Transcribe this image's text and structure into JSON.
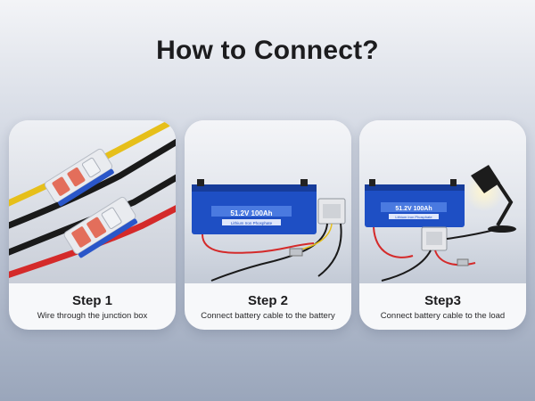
{
  "title": "How to Connect?",
  "steps": [
    {
      "title": "Step 1",
      "description": "Wire through the junction box"
    },
    {
      "title": "Step 2",
      "description": "Connect battery cable to the battery"
    },
    {
      "title": "Step3",
      "description": "Connect battery cable to the load"
    }
  ],
  "battery": {
    "spec": "51.2V 100Ah",
    "chemistry": "Lithium Iron Phosphate"
  },
  "colors": {
    "battery_blue": "#1e4fc4",
    "wire_red": "#d42a2a",
    "wire_yellow": "#e6bf1a",
    "wire_black": "#1a1a1a"
  }
}
